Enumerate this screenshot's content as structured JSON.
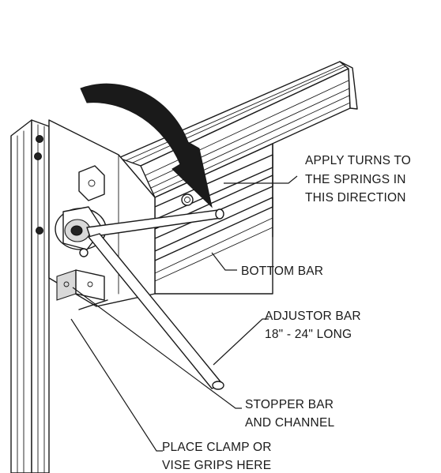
{
  "callouts": {
    "apply_turns": [
      "APPLY TURNS TO",
      "THE SPRINGS IN",
      "THIS DIRECTION"
    ],
    "bottom_bar": [
      "BOTTOM BAR"
    ],
    "adjustor_bar": [
      "ADJUSTOR BAR",
      "18\" - 24\" LONG"
    ],
    "stopper_bar": [
      "STOPPER BAR",
      "AND CHANNEL"
    ],
    "clamp": [
      "PLACE CLAMP OR",
      "VISE GRIPS HERE"
    ]
  }
}
